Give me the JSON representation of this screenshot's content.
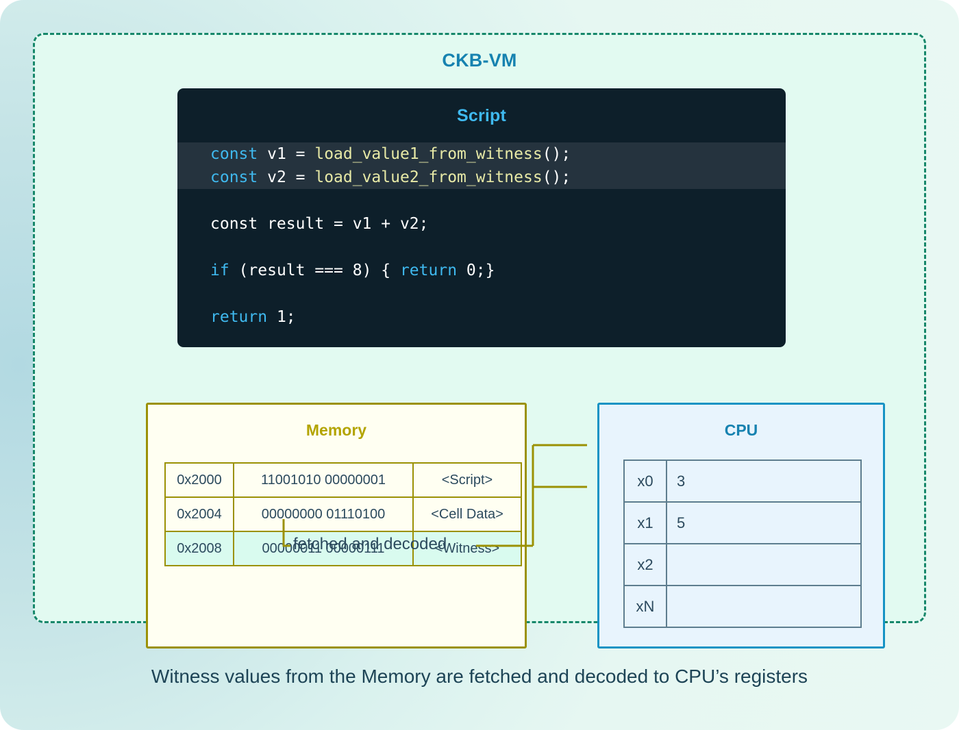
{
  "title": "CKB-VM",
  "caption": "Witness values from the Memory are fetched and decoded to CPU’s registers",
  "script": {
    "title": "Script",
    "lines": [
      {
        "highlight": true,
        "segments": [
          {
            "t": "const",
            "c": "kw"
          },
          {
            "t": " v1 = ",
            "c": "pl"
          },
          {
            "t": "load_value1_from_witness",
            "c": "fn"
          },
          {
            "t": "();",
            "c": "pl"
          }
        ]
      },
      {
        "highlight": true,
        "segments": [
          {
            "t": "const",
            "c": "kw"
          },
          {
            "t": " v2 = ",
            "c": "pl"
          },
          {
            "t": "load_value2_from_witness",
            "c": "fn"
          },
          {
            "t": "();",
            "c": "pl"
          }
        ]
      },
      {
        "highlight": false,
        "segments": []
      },
      {
        "highlight": false,
        "segments": [
          {
            "t": "const result = v1 + v2;",
            "c": "pl"
          }
        ]
      },
      {
        "highlight": false,
        "segments": []
      },
      {
        "highlight": false,
        "segments": [
          {
            "t": "if",
            "c": "kw"
          },
          {
            "t": " (result === 8) { ",
            "c": "pl"
          },
          {
            "t": "return",
            "c": "kw"
          },
          {
            "t": " 0;}",
            "c": "pl"
          }
        ]
      },
      {
        "highlight": false,
        "segments": []
      },
      {
        "highlight": false,
        "segments": [
          {
            "t": "return",
            "c": "kw"
          },
          {
            "t": " 1;",
            "c": "pl"
          }
        ]
      }
    ]
  },
  "memory": {
    "title": "Memory",
    "rows": [
      {
        "address": "0x2000",
        "bits": "11001010 00000001",
        "label": "<Script>",
        "highlight": false
      },
      {
        "address": "0x2004",
        "bits": "00000000 01110100",
        "label": "<Cell Data>",
        "highlight": false
      },
      {
        "address": "0x2008",
        "bits": "00000011 00000111",
        "label": "<Witness>",
        "highlight": true
      }
    ]
  },
  "cpu": {
    "title": "CPU",
    "registers": [
      {
        "name": "x0",
        "value": "3",
        "filled": true
      },
      {
        "name": "x1",
        "value": "5",
        "filled": true
      },
      {
        "name": "x2",
        "value": "",
        "filled": false
      },
      {
        "name": "xN",
        "value": "",
        "filled": false
      }
    ]
  },
  "connector": {
    "label": "fetched and decoded",
    "color": "#9b9105"
  },
  "colors": {
    "vm_border": "#16876a",
    "vm_background": "#e2faf1",
    "accent_blue": "#1682b0",
    "script_background": "#0d1f2a",
    "script_highlight": "#25333e",
    "keyword": "#3fb9ef",
    "function": "#e7e9a6",
    "memory_border": "#9b9105",
    "memory_title": "#b3a400",
    "memory_background": "#fffff2",
    "memory_highlight": "#d9fbef",
    "cpu_border": "#1593c4",
    "cpu_background": "#e8f4fd",
    "cpu_filled": "#ddfbee",
    "text_dark": "#2c4a5e"
  }
}
